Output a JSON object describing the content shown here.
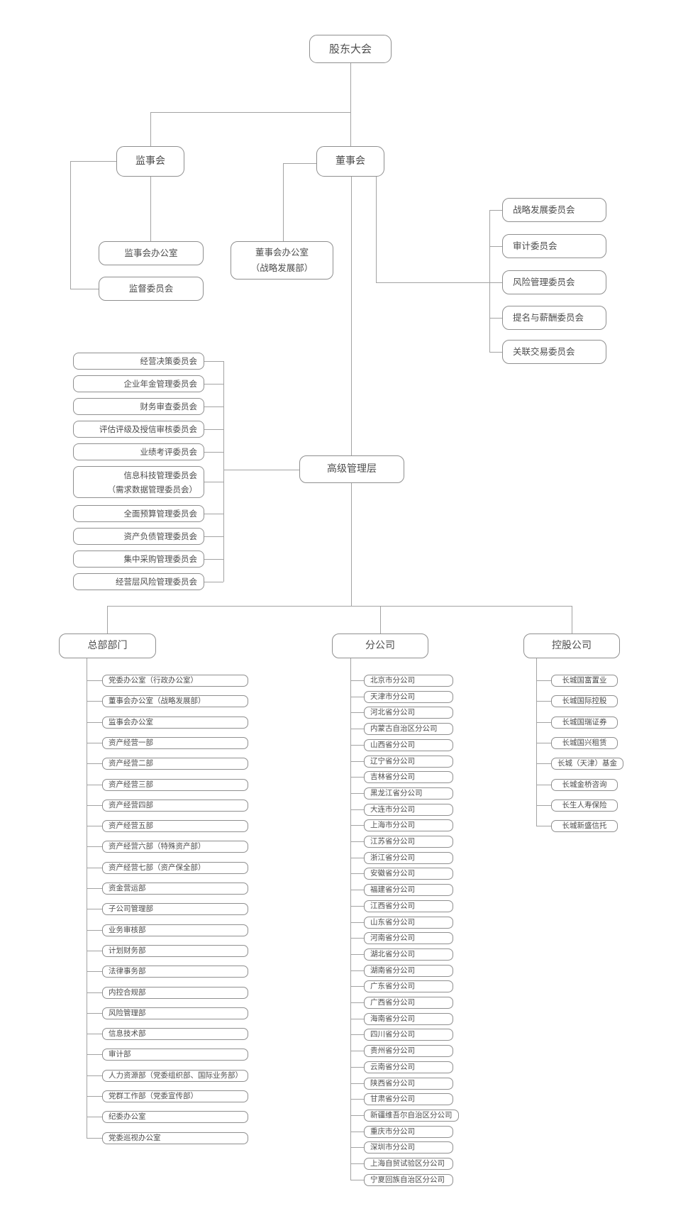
{
  "colors": {
    "line": "#a3a3a3",
    "border": "#8f8f8f",
    "text": "#4d4d4d",
    "background": "#ffffff"
  },
  "nodes": {
    "shareholders": "股东大会",
    "supervisory_board": "监事会",
    "board": "董事会",
    "supervisory_office": "监事会办公室",
    "supervision_committee": "监督委员会",
    "board_office_line1": "董事会办公室",
    "board_office_line2": "（战略发展部）",
    "senior_management": "高级管理层"
  },
  "board_committees": [
    "战略发展委员会",
    "审计委员会",
    "风险管理委员会",
    "提名与薪酬委员会",
    "关联交易委员会"
  ],
  "management_committees": [
    {
      "label": "经营决策委员会"
    },
    {
      "label": "企业年金管理委员会"
    },
    {
      "label": "财务审查委员会"
    },
    {
      "label": "评估评级及授信审核委员会"
    },
    {
      "label": "业绩考评委员会"
    },
    {
      "label": "信息科技管理委员会",
      "label2": "（需求数据管理委员会）"
    },
    {
      "label": "全面预算管理委员会"
    },
    {
      "label": "资产负债管理委员会"
    },
    {
      "label": "集中采购管理委员会"
    },
    {
      "label": "经营层风险管理委员会"
    }
  ],
  "groups": [
    {
      "title": "总部部门",
      "items": [
        "党委办公室（行政办公室）",
        "董事会办公室（战略发展部）",
        "监事会办公室",
        "资产经营一部",
        "资产经营二部",
        "资产经营三部",
        "资产经营四部",
        "资产经营五部",
        "资产经营六部（特殊资产部）",
        "资产经营七部（资产保全部）",
        "资金营运部",
        "子公司管理部",
        "业务审核部",
        "计划财务部",
        "法律事务部",
        "内控合规部",
        "风险管理部",
        "信息技术部",
        "审计部",
        "人力资源部（党委组织部、国际业务部）",
        "党群工作部（党委宣传部）",
        "纪委办公室",
        "党委巡视办公室"
      ]
    },
    {
      "title": "分公司",
      "items": [
        "北京市分公司",
        "天津市分公司",
        "河北省分公司",
        "内蒙古自治区分公司",
        "山西省分公司",
        "辽宁省分公司",
        "吉林省分公司",
        "黑龙江省分公司",
        "大连市分公司",
        "上海市分公司",
        "江苏省分公司",
        "浙江省分公司",
        "安徽省分公司",
        "福建省分公司",
        "江西省分公司",
        "山东省分公司",
        "河南省分公司",
        "湖北省分公司",
        "湖南省分公司",
        "广东省分公司",
        "广西省分公司",
        "海南省分公司",
        "四川省分公司",
        "贵州省分公司",
        "云南省分公司",
        "陕西省分公司",
        "甘肃省分公司",
        "新疆维吾尔自治区分公司",
        "重庆市分公司",
        "深圳市分公司",
        "上海自贸试验区分公司",
        "宁夏回族自治区分公司"
      ]
    },
    {
      "title": "控股公司",
      "items": [
        "长城国富置业",
        "长城国际控股",
        "长城国瑞证券",
        "长城国兴租赁",
        "长城（天津）基金",
        "长城金桥咨询",
        "长生人寿保险",
        "长城新盛信托"
      ]
    }
  ]
}
